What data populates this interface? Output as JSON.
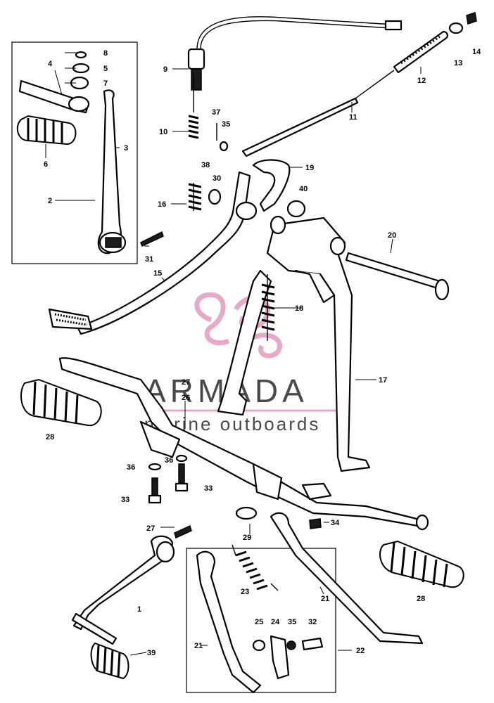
{
  "watermark": {
    "brand": "ARMADA",
    "tagline": "marine outboards",
    "logo_color": "#e8a8c8",
    "text_color": "#4a4a4a"
  },
  "callouts": {
    "c1": "1",
    "c2": "2",
    "c3": "3",
    "c4": "4",
    "c5": "5",
    "c6": "6",
    "c7": "7",
    "c8": "8",
    "c9": "9",
    "c10": "10",
    "c11": "11",
    "c12": "12",
    "c13": "13",
    "c14": "14",
    "c15": "15",
    "c16": "16",
    "c17": "17",
    "c18": "18",
    "c19": "19",
    "c20": "20",
    "c21a": "21",
    "c21b": "21",
    "c22": "22",
    "c23": "23",
    "c24": "24",
    "c25": "25",
    "c26": "26",
    "c27a": "27",
    "c27b": "27",
    "c28a": "28",
    "c28b": "28",
    "c29": "29",
    "c30": "30",
    "c31": "31",
    "c32": "32",
    "c33a": "33",
    "c33b": "33",
    "c34": "34",
    "c35a": "35",
    "c35b": "35",
    "c36a": "36",
    "c36b": "36",
    "c37": "37",
    "c38": "38",
    "c39": "39",
    "c40": "40"
  }
}
